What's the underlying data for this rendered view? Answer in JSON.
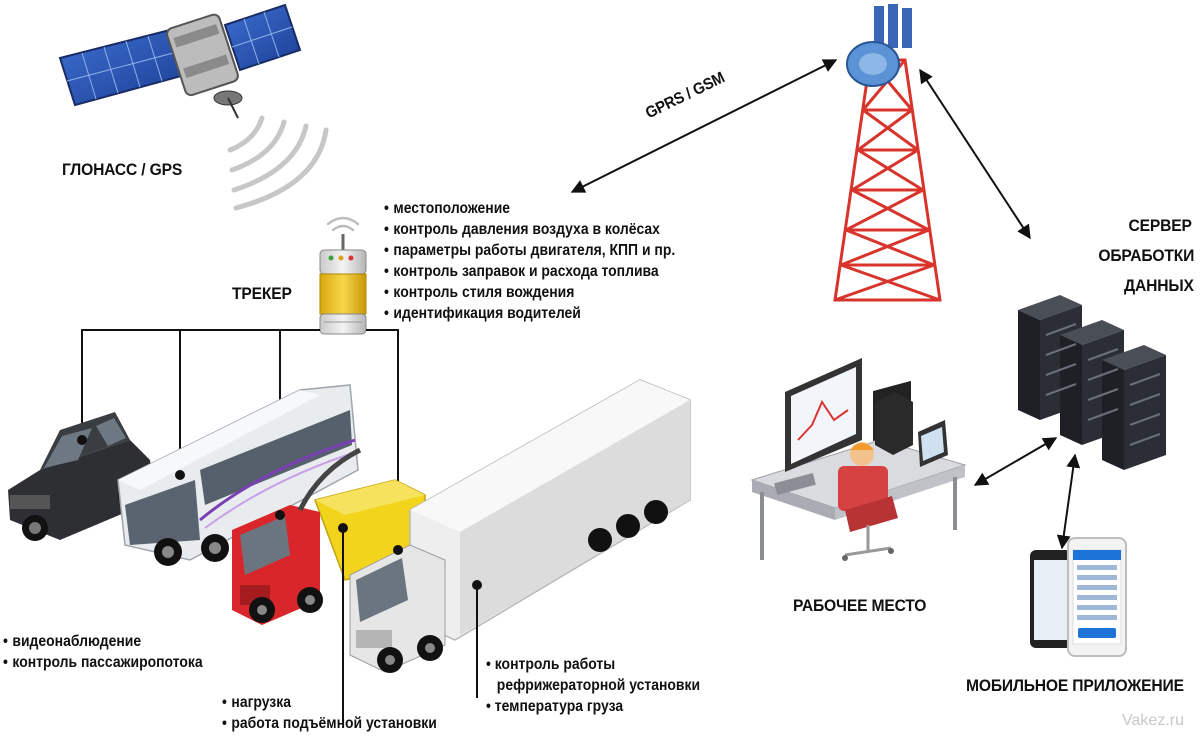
{
  "labels": {
    "glonass": "ГЛОНАСС / GPS",
    "gprs": "GPRS / GSM",
    "tracker": "ТРЕКЕР",
    "server_line1": "СЕРВЕР",
    "server_line2": "ОБРАБОТКИ",
    "server_line3": "ДАННЫХ",
    "workstation": "РАБОЧЕЕ МЕСТО",
    "mobile_app": "МОБИЛЬНОЕ ПРИЛОЖЕНИЕ",
    "watermark": "Vakez.ru"
  },
  "tracker_features": [
    "местоположение",
    "контроль давления воздуха в колёсах",
    "параметры работы двигателя, КПП и пр.",
    "контроль заправок и расхода топлива",
    "контроль стиля вождения",
    "идентификация водителей"
  ],
  "bus_features": [
    "видеонаблюдение",
    "контроль пассажиропотока"
  ],
  "dump_truck_features": [
    "нагрузка",
    "работа подъёмной установки"
  ],
  "reefer_features": [
    "контроль работы",
    "рефрижераторной установки",
    "температура груза"
  ],
  "colors": {
    "tower": "#d8342c",
    "server": "#2b2e35",
    "truck_red": "#d8262a",
    "tipper": "#f2d41c",
    "tracker_yellow": "#f0c419",
    "bus": "#e9ecef",
    "suv": "#2d2f33"
  }
}
